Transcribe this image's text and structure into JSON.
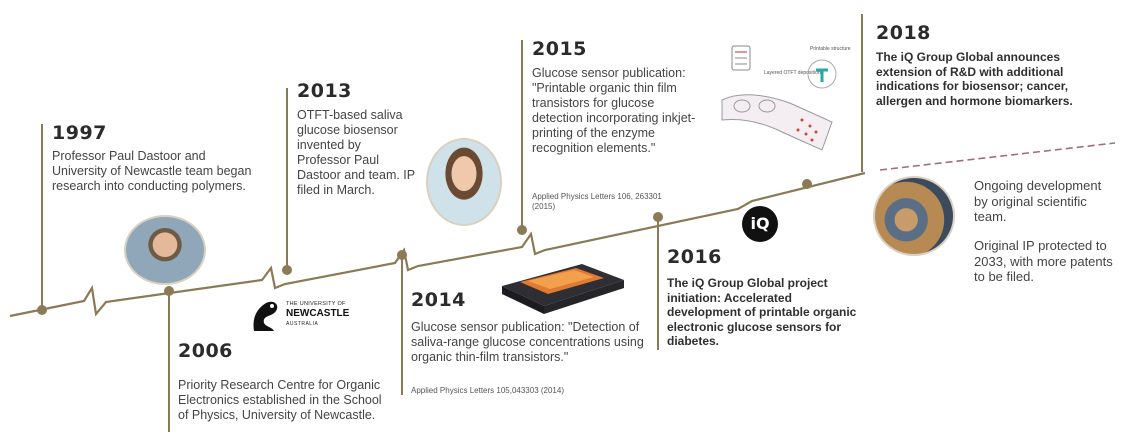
{
  "colors": {
    "line": "#8b7a55",
    "dot": "#8b7a55",
    "dashed": "#a56b82"
  },
  "milestones": [
    {
      "year": "1997",
      "text": "Professor Paul Dastoor and University of Newcastle team began research into conducting polymers."
    },
    {
      "year": "2006",
      "text": "Priority Research Centre for Organic Electronics established in the School of Physics, University of Newcastle."
    },
    {
      "year": "2013",
      "text": "OTFT-based saliva glucose biosensor invented by Professor Paul Dastoor and team. IP filed in March."
    },
    {
      "year": "2014",
      "text": "Glucose sensor publication: \"Detection of saliva-range glucose concentrations using organic thin-film transistors.\"",
      "citation": "Applied Physics Letters 105,043303 (2014)"
    },
    {
      "year": "2015",
      "text": "Glucose sensor publication: \"Printable organic thin film transistors for glucose detection incorporating inkjet-printing of the enzyme recognition elements.\"",
      "citation": "Applied Physics Letters 106, 263301 (2015)"
    },
    {
      "year": "2016",
      "text": "The iQ Group Global project initiation: Accelerated development of printable organic electronic glucose sensors for diabetes."
    },
    {
      "year": "2018",
      "text": "The iQ Group Global announces extension of R&D with additional indications for biosensor; cancer, allergen and hormone biomarkers."
    }
  ],
  "ongoing": {
    "text1": "Ongoing development by original scientific team.",
    "text2": "Original IP protected to 2033, with more patents to be filed."
  },
  "logos": {
    "newcastle_line1": "THE UNIVERSITY OF",
    "newcastle_line2": "NEWCASTLE",
    "newcastle_line3": "AUSTRALIA",
    "iq": "iQ"
  },
  "diagram_labels": {
    "label1": "Printable structure",
    "label2": "Layered OTFT deposition"
  }
}
